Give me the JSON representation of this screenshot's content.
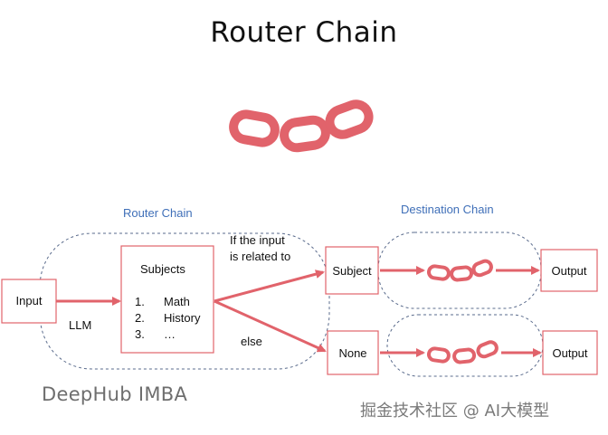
{
  "title": "Router Chain",
  "icons": {
    "chain_main": "chain-link-icon",
    "chain_small": "chain-link-icon"
  },
  "colors": {
    "accent": "#e1636b",
    "group_border": "#5a6b8c",
    "group_label": "#3f6fb8"
  },
  "groups": {
    "router_chain": "Router Chain",
    "destination_chain": "Destination Chain"
  },
  "nodes": {
    "input": "Input",
    "subjects_title": "Subjects",
    "subjects_list": [
      "1.",
      "Math",
      "2.",
      "History",
      "3.",
      "…"
    ],
    "subject": "Subject",
    "none": "None",
    "output_top": "Output",
    "output_bottom": "Output"
  },
  "edges": {
    "llm": "LLM",
    "if_related_line1": "If the input",
    "if_related_line2": "is related to",
    "else": "else"
  },
  "watermarks": {
    "left": "DeepHub IMBA",
    "right": "掘金技术社区 @ AI大模型"
  }
}
